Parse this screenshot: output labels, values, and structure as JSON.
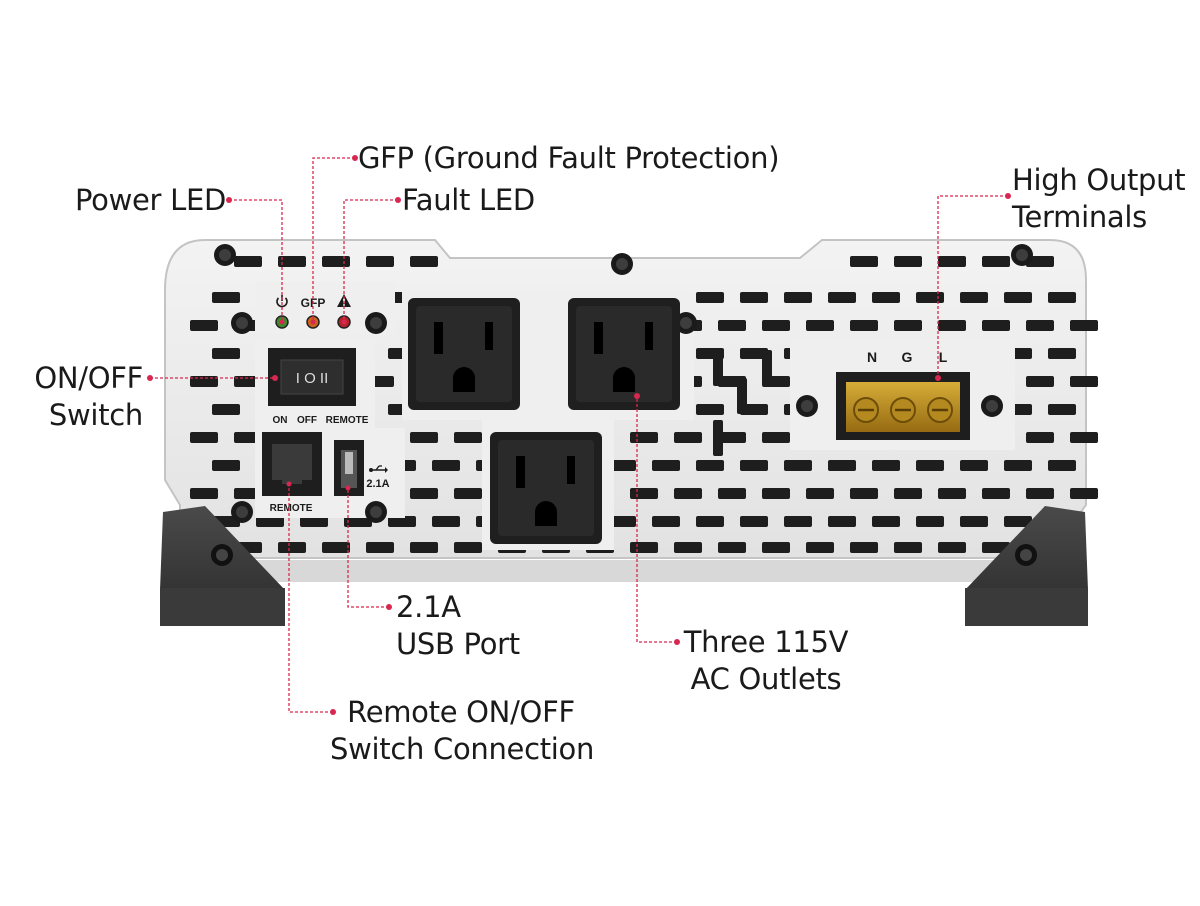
{
  "callouts": {
    "gfp": "GFP (Ground Fault Protection)",
    "power_led": "Power LED",
    "fault_led": "Fault LED",
    "high_output": [
      "High Output",
      "Terminals"
    ],
    "on_off_switch": [
      "ON/OFF",
      "Switch"
    ],
    "usb_port": [
      "2.1A",
      "USB Port"
    ],
    "ac_outlets": [
      "Three 115V",
      "AC Outlets"
    ],
    "remote_connection": [
      "Remote ON/OFF",
      "Switch Connection"
    ]
  },
  "panel_labels": {
    "gfp": "GFP",
    "switch_on": "ON",
    "switch_off": "OFF",
    "switch_remote": "REMOTE",
    "remote_port": "REMOTE",
    "usb_rating": "2.1A",
    "terminal_n": "N",
    "terminal_g": "G",
    "terminal_l": "L",
    "rocker": "I O II"
  },
  "colors": {
    "leader": "#d9284f",
    "panel": "#ececec",
    "dark": "#1e1e1e",
    "led_green": "#3f8a2e",
    "led_orange": "#c8641e",
    "led_red": "#b8202c",
    "terminal_amber": "#c99a1a"
  },
  "icons": [
    "power-icon",
    "warning-icon",
    "usb-icon"
  ]
}
